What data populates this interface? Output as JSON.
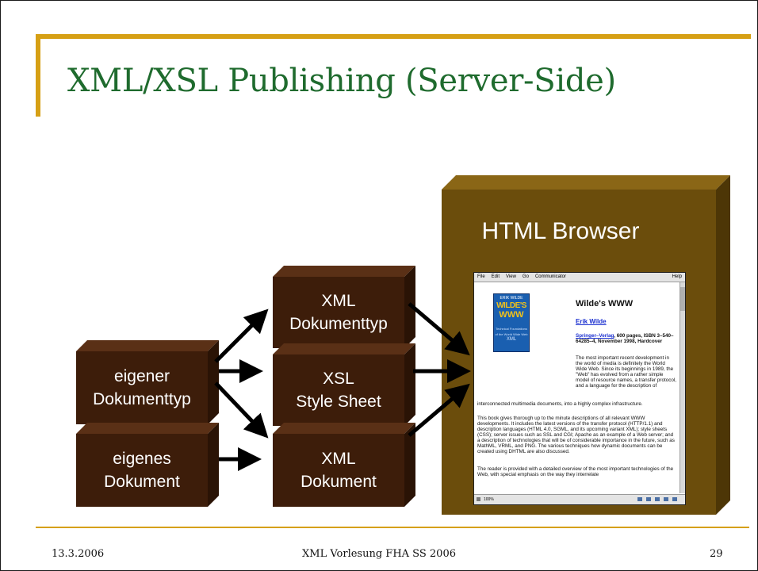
{
  "slide": {
    "title": "XML/XSL Publishing (Server-Side)",
    "boxes": {
      "own_doctype": [
        "eigener",
        "Dokumenttyp"
      ],
      "own_document": [
        "eigenes",
        "Dokument"
      ],
      "xml_doctype": [
        "XML",
        "Dokumenttyp"
      ],
      "xsl_stylesheet": [
        "XSL",
        "Style Sheet"
      ],
      "xml_document": [
        "XML",
        "Dokument"
      ]
    },
    "browser": {
      "label": "HTML Browser",
      "menu": [
        "File",
        "Edit",
        "View",
        "Go",
        "Communicator"
      ],
      "help": "Help",
      "cover": {
        "line1": "ERIK WILDE",
        "line2": "WILDE'S",
        "line3": "WWW",
        "line4": "Technical Foundations of the World Wide Web",
        "line5": "XML"
      },
      "book_title": "Wilde's WWW",
      "author": "Erik Wilde",
      "publisher": "Springer–Verlag",
      "publication": ", 600 pages, ISBN 3–540–64285–4, November 1998, Hardcover",
      "para1": "The most important recent development in the world of media is definitely the World Wide Web. Since its beginnings in 1989, the \"Web\" has evolved from a rather simple model of resource names, a transfer protocol, and a language for the description of",
      "para1b": "interconnected multimedia documents, into a highly complex infrastructure.",
      "para2": "This book gives thorough up to the minute descriptions of all relevant WWW developments. It includes the latest versions of the transfer protocol (HTTP/1.1) and description languages (HTML 4.0, SGML, and its upcoming variant XML); style sheets (CSS); server issues such as SSL and CGI; Apache as an example of a Web server; and a description of technologies that will be of considerable importance in the future, such as MathML, VRML, and PNG. The various techniques how dynamic documents can be created using DHTML are also discussed.",
      "para3": "The reader is provided with a detailed overview of the most important technologies of the Web, with special emphasis on the way they interrelate",
      "status_zoom": "100%"
    },
    "footer": {
      "date": "13.3.2006",
      "center": "XML Vorlesung FHA SS 2006",
      "page": "29"
    },
    "colors": {
      "title": "#1f6b2e",
      "gold": "#d6a015",
      "box_front": "#3d1d0a",
      "box_top": "#5a3016",
      "box_side": "#2a1305",
      "browser_front": "#6b4d0c",
      "browser_top": "#8a6616",
      "browser_side": "#4d3606"
    }
  }
}
